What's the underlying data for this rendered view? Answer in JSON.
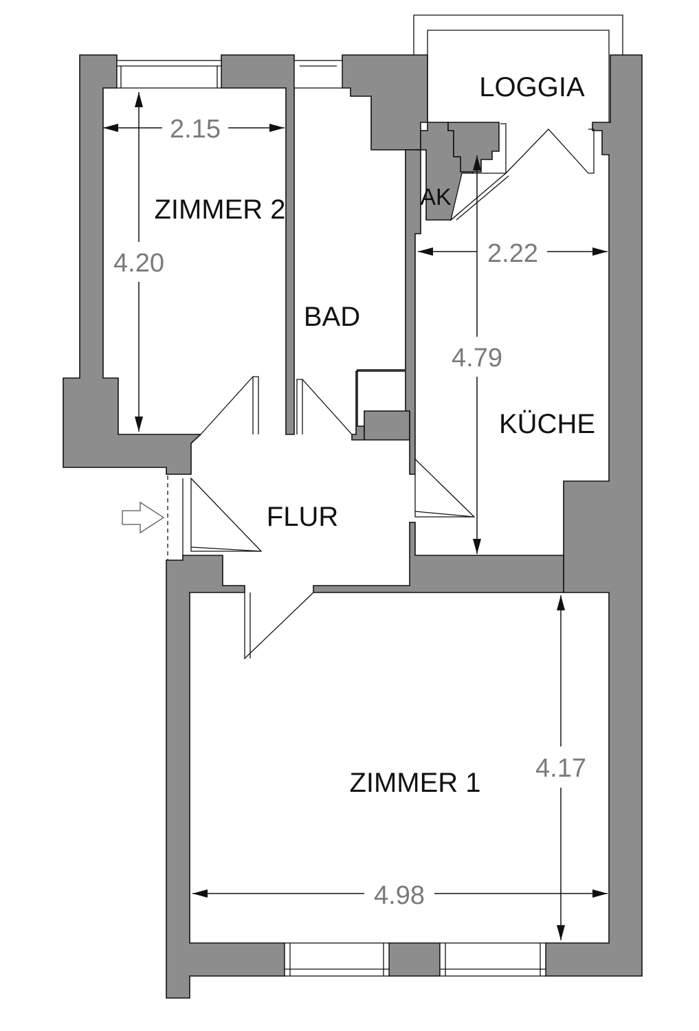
{
  "rooms": {
    "zimmer2": "ZIMMER 2",
    "bad": "BAD",
    "ak": "AK",
    "loggia": "LOGGIA",
    "kueche": "KÜCHE",
    "flur": "FLUR",
    "zimmer1": "ZIMMER 1"
  },
  "dimensions": {
    "zimmer2_width": "2.15",
    "zimmer2_depth": "4.20",
    "kueche_width": "2.22",
    "kueche_depth": "4.79",
    "zimmer1_depth": "4.17",
    "zimmer1_width": "4.98"
  },
  "colors": {
    "wall": "#8d8d8d",
    "line": "#111111",
    "dimension_text": "#7a7a7a"
  },
  "icons": {
    "entry": "entry-arrow-icon"
  }
}
